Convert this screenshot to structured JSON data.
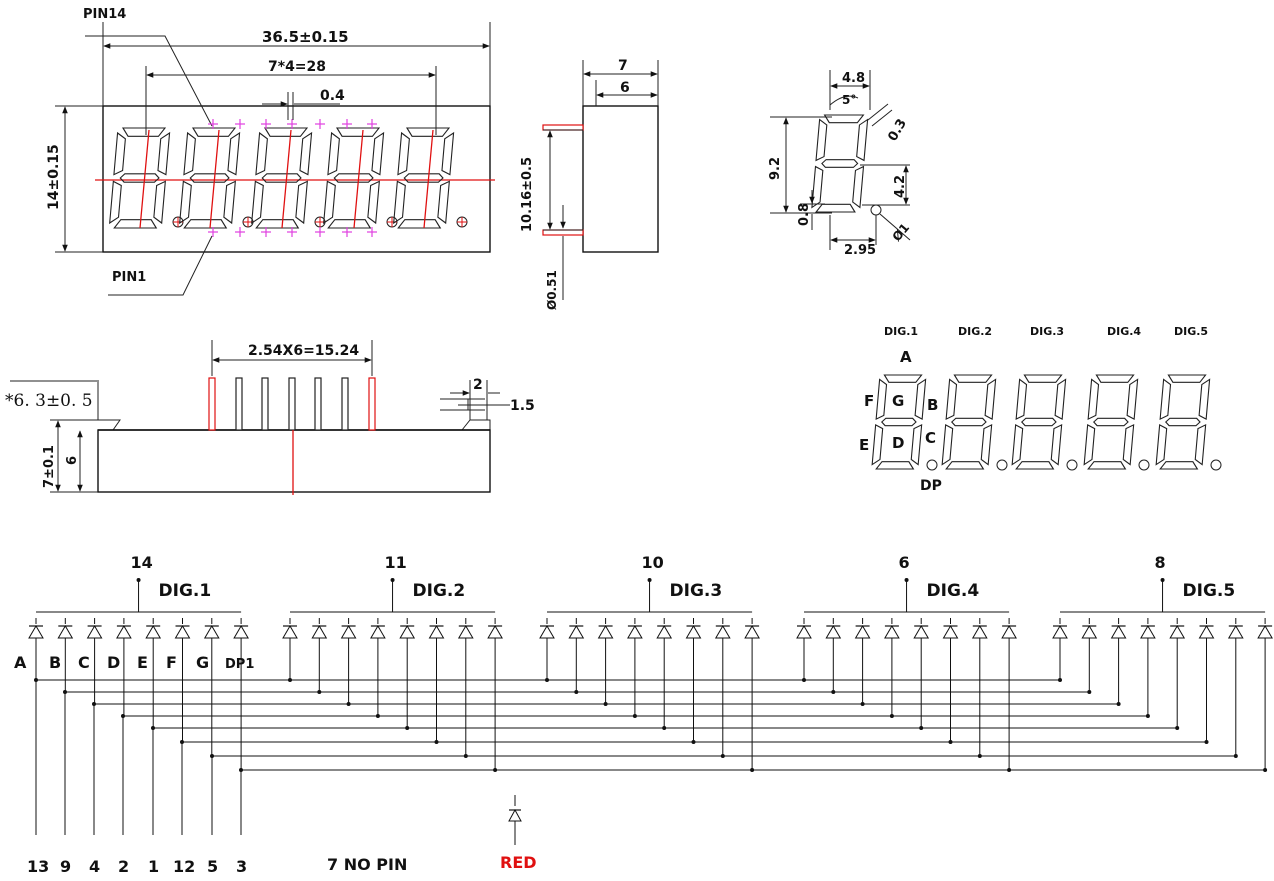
{
  "front_view": {
    "pin14_label": "PIN14",
    "pin1_label": "PIN1",
    "width_dim": "36.5±0.15",
    "pitch_dim": "7*4=28",
    "gap_dim": "0.4",
    "height_dim": "14±0.15"
  },
  "side_view": {
    "depth_outer": "7",
    "depth_inner": "6",
    "pin_span": "10.16±0.5",
    "pin_dia": "Ø0.51"
  },
  "segment_detail": {
    "width": "4.8",
    "angle": "5°",
    "seg_width": "0.3",
    "height": "9.2",
    "half_height": "4.2",
    "bottom_offset": "0.8",
    "dp_offset": "2.95",
    "dp_dia": "Ø1"
  },
  "bottom_view": {
    "pin_pitch": "2.54X6=15.24",
    "pin_length": "*6. 3±0. 5",
    "pin_width": "2",
    "pin_thick": "1.5",
    "body_height": "7±0.1",
    "body_inner": "6"
  },
  "segment_map": {
    "digits": [
      "DIG.1",
      "DIG.2",
      "DIG.3",
      "DIG.4",
      "DIG.5"
    ],
    "letters": {
      "A": "A",
      "B": "B",
      "C": "C",
      "D": "D",
      "E": "E",
      "F": "F",
      "G": "G",
      "DP": "DP"
    }
  },
  "schematic": {
    "digit_pins": [
      "14",
      "11",
      "10",
      "6",
      "8"
    ],
    "digit_labels": [
      "DIG.1",
      "DIG.2",
      "DIG.3",
      "DIG.4",
      "DIG.5"
    ],
    "segment_labels": [
      "A",
      "B",
      "C",
      "D",
      "E",
      "F",
      "G",
      "DP1"
    ],
    "segment_pins": [
      "13",
      "9",
      "4",
      "2",
      "1",
      "12",
      "5",
      "3"
    ],
    "no_pin_note": "7 NO PIN",
    "color_label": "RED",
    "color_hex": "#e01010"
  }
}
